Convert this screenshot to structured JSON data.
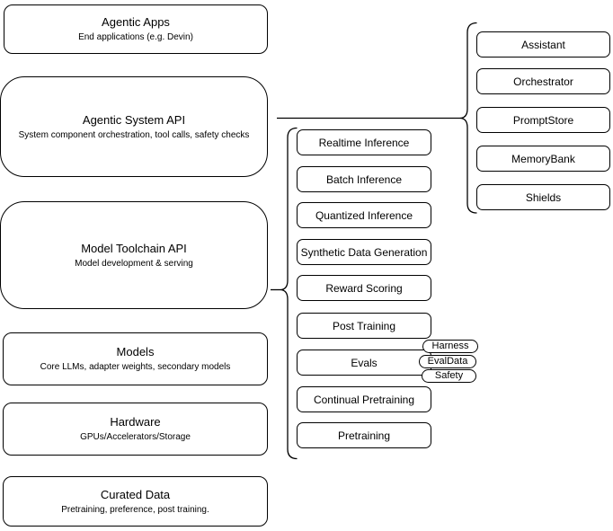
{
  "left_column": {
    "boxes": [
      {
        "title": "Agentic Apps",
        "subtitle": "End applications (e.g. Devin)"
      },
      {
        "title": "Agentic System API",
        "subtitle": "System component orchestration, tool calls, safety checks"
      },
      {
        "title": "Model Toolchain API",
        "subtitle": "Model development & serving"
      },
      {
        "title": "Models",
        "subtitle": "Core LLMs, adapter weights, secondary models"
      },
      {
        "title": "Hardware",
        "subtitle": "GPUs/Accelerators/Storage"
      },
      {
        "title": "Curated Data",
        "subtitle": "Pretraining, preference, post training."
      }
    ]
  },
  "toolchain_group": {
    "items": [
      "Realtime Inference",
      "Batch Inference",
      "Quantized Inference",
      "Synthetic Data Generation",
      "Reward Scoring",
      "Post Training",
      "Evals",
      "Continual Pretraining",
      "Pretraining"
    ]
  },
  "evals_tags": [
    "Harness",
    "EvalData",
    "Safety"
  ],
  "system_components_group": {
    "items": [
      "Assistant",
      "Orchestrator",
      "PromptStore",
      "MemoryBank",
      "Shields"
    ]
  },
  "colors": {
    "stroke": "#000000",
    "fill": "#ffffff",
    "canvas_background": "#ffffff"
  }
}
